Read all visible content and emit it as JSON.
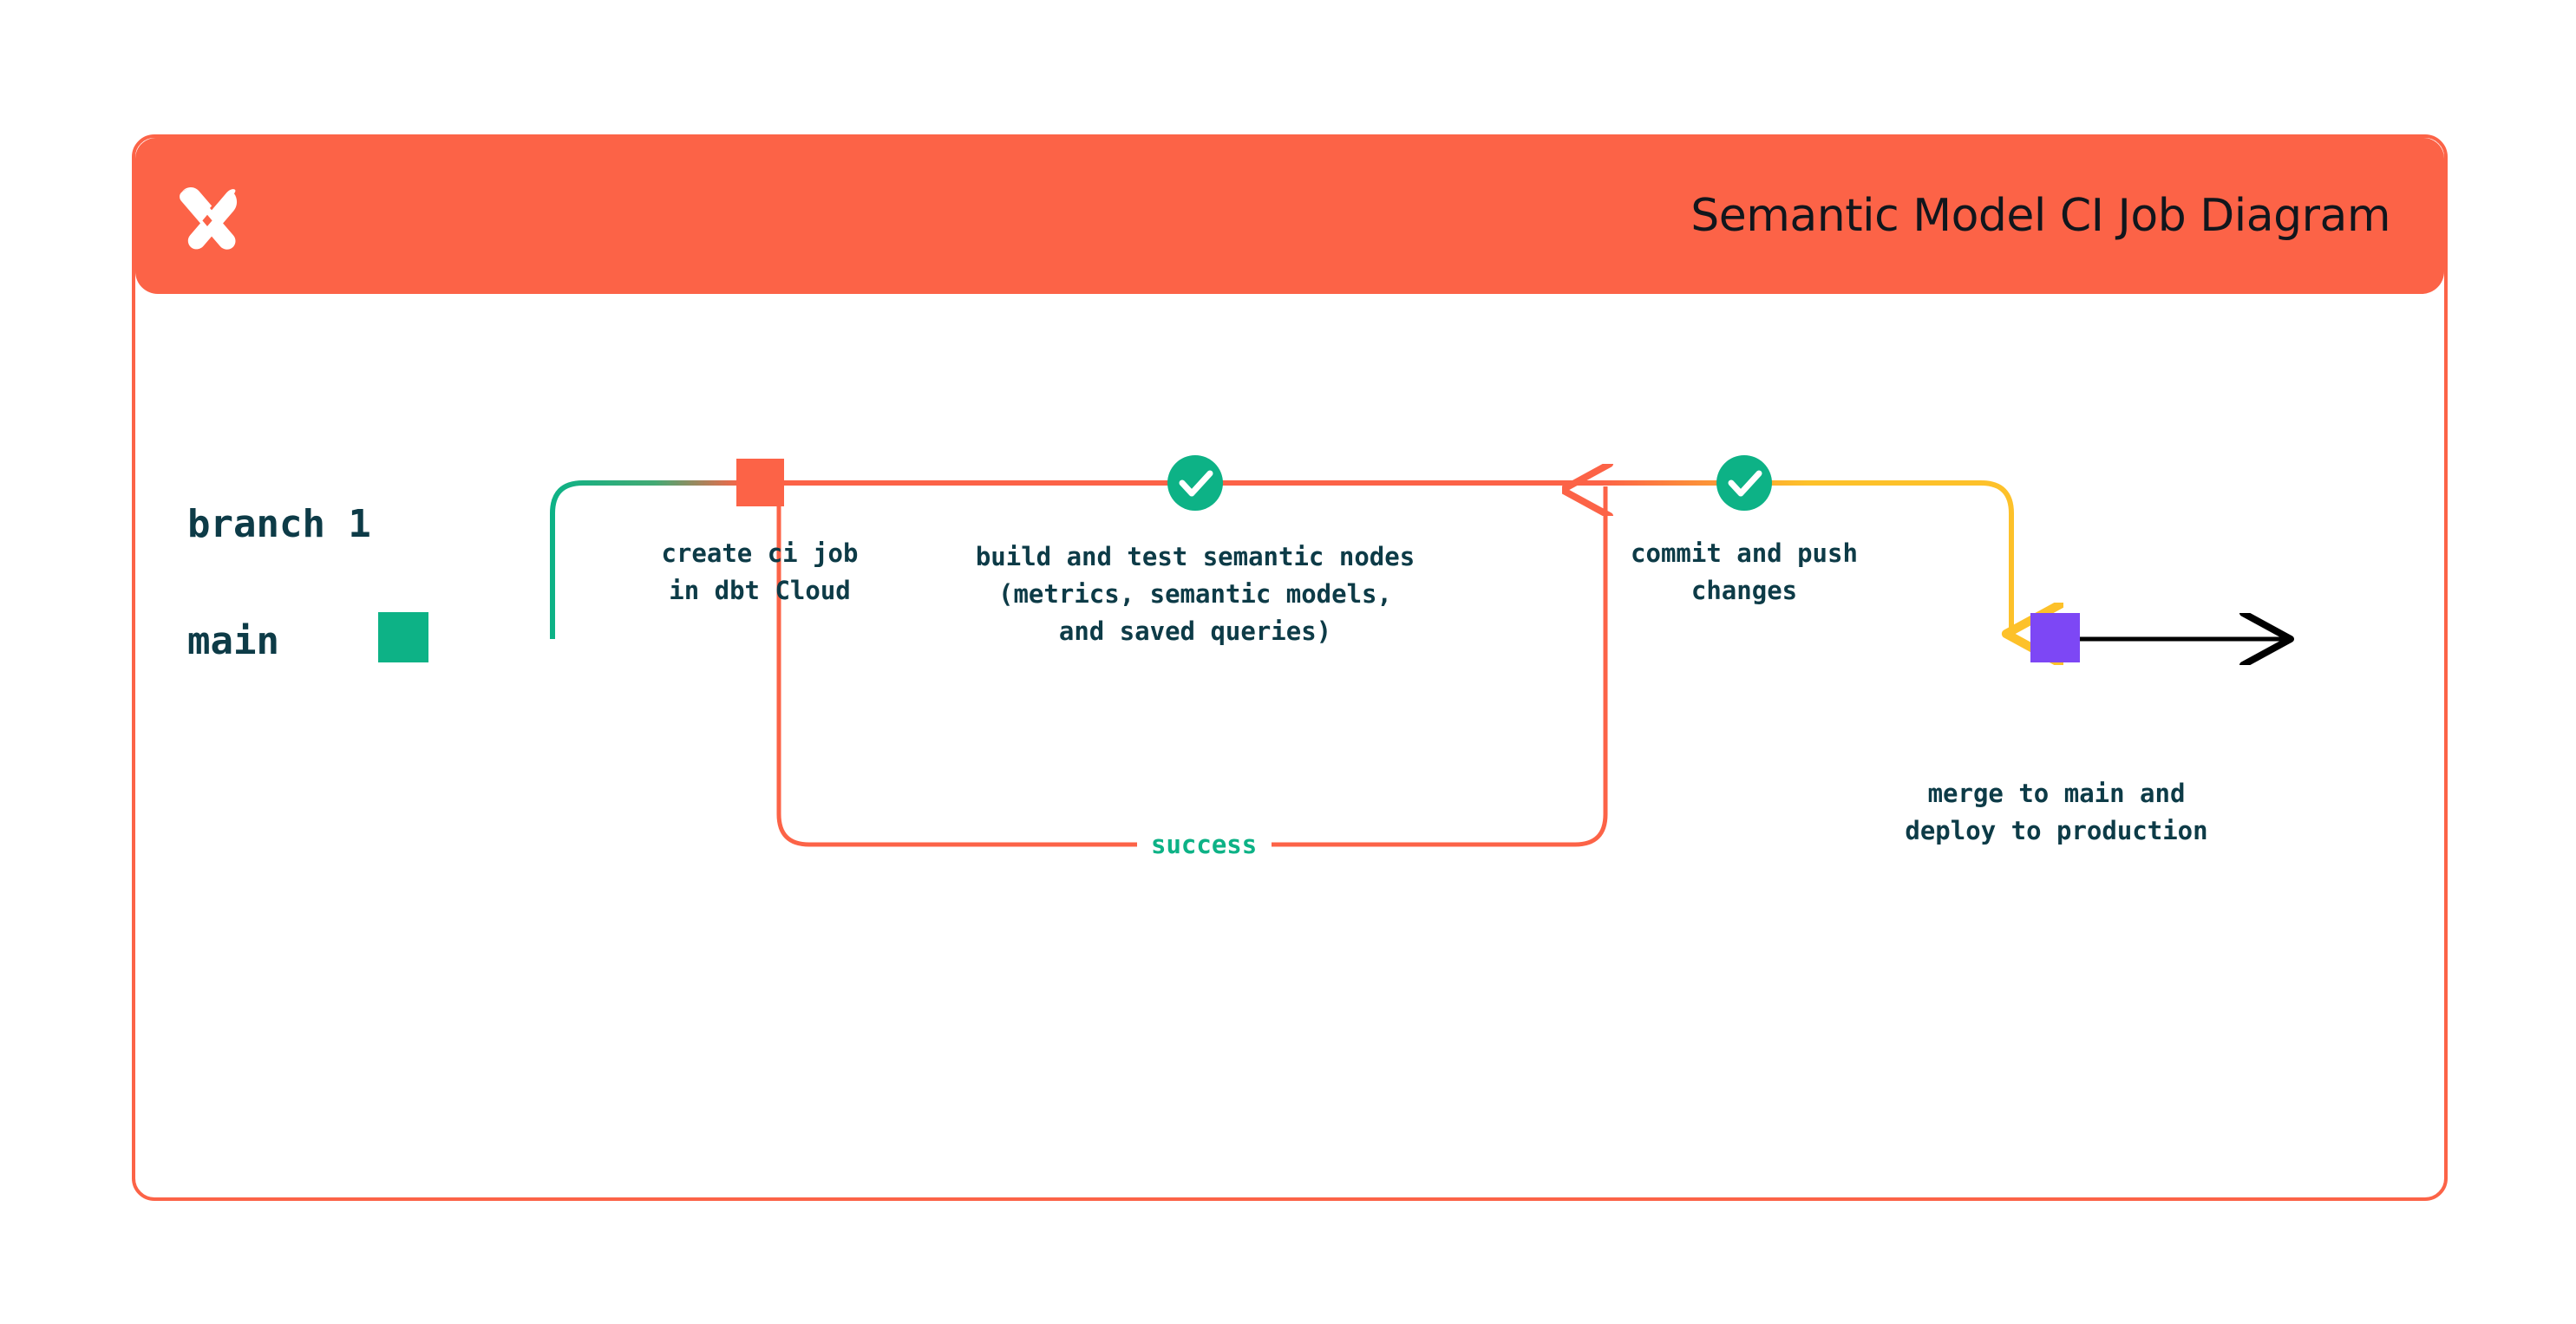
{
  "header": {
    "title": "Semantic Model CI Job Diagram",
    "logo_icon": "dbt-x-logo-icon",
    "background_color": "#fc6347",
    "title_color": "#11161c"
  },
  "card": {
    "border_color": "#fc6347",
    "background_color": "#ffffff"
  },
  "diagram": {
    "type": "git-branch-flow",
    "lanes": [
      {
        "id": "branch-1",
        "label": "branch 1",
        "label_color": "#0d3b47",
        "line_color_start": "#0db286",
        "line_color_end": "#fdc12a"
      },
      {
        "id": "main",
        "label": "main",
        "label_color": "#0d3b47",
        "line_color": "#0db286"
      }
    ],
    "nodes": [
      {
        "id": "create-ci-job",
        "lane": "branch-1",
        "marker": "square",
        "marker_color": "#fc6347",
        "caption": "create ci job\nin dbt Cloud"
      },
      {
        "id": "build-and-test",
        "lane": "branch-1",
        "marker": "check-circle",
        "marker_color": "#0db286",
        "marker_icon": "check-icon",
        "caption": "build and test semantic nodes\n(metrics, semantic models,\nand saved queries)"
      },
      {
        "id": "commit-and-push",
        "lane": "branch-1",
        "marker": "check-circle",
        "marker_color": "#0db286",
        "marker_icon": "check-icon",
        "caption": "commit and push\nchanges"
      },
      {
        "id": "merge-to-main",
        "lane": "main",
        "marker": "square",
        "marker_color": "#7d47f5",
        "caption": "merge to main and\ndeploy to production"
      }
    ],
    "edges": [
      {
        "id": "success-loop",
        "label": "success",
        "label_color": "#0db286",
        "line_color": "#fc6347",
        "from": "build-and-test",
        "to": "build-and-test",
        "arrow": "up"
      },
      {
        "id": "merge-edge",
        "label": "",
        "line_color": "#fdc12a",
        "from": "commit-and-push",
        "to": "merge-to-main",
        "arrow": "down"
      },
      {
        "id": "main-continue",
        "label": "",
        "line_color": "#000000",
        "from": "merge-to-main",
        "to": "",
        "arrow": "right"
      }
    ]
  }
}
